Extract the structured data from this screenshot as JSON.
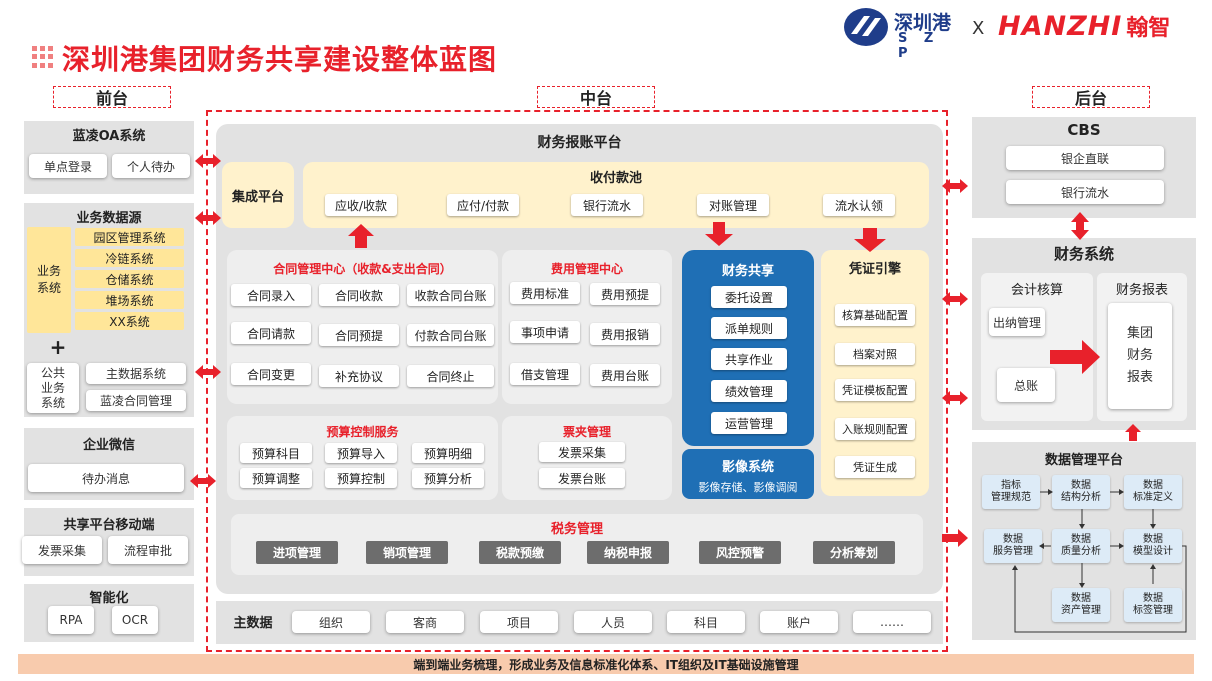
{
  "header": {
    "title": "深圳港集团财务共享建设整体蓝图",
    "logo_szp_cn": "深圳港",
    "logo_szp_en": "S Z P",
    "logo_cross": "X",
    "logo_hanzhi_en": "HANZHI",
    "logo_hanzhi_cn": "翰智"
  },
  "sections": {
    "front": "前台",
    "middle": "中台",
    "back": "后台"
  },
  "front": {
    "oa": {
      "title": "蓝凌OA系统",
      "items": [
        "单点登录",
        "个人待办"
      ]
    },
    "biz": {
      "title": "业务数据源",
      "label": "业务\n系统",
      "systems": [
        "园区管理系统",
        "冷链系统",
        "仓储系统",
        "堆场系统",
        "XX系统"
      ],
      "plus": "+",
      "public_label": "公共\n业务\n系统",
      "public_items": [
        "主数据系统",
        "蓝凌合同管理"
      ]
    },
    "wechat": {
      "title": "企业微信",
      "item": "待办消息"
    },
    "mobile": {
      "title": "共享平台移动端",
      "items": [
        "发票采集",
        "流程审批"
      ]
    },
    "smart": {
      "title": "智能化",
      "items": [
        "RPA",
        "OCR"
      ]
    }
  },
  "middle": {
    "platform_title": "财务报账平台",
    "integration": "集成平台",
    "pool": {
      "title": "收付款池",
      "items": [
        "应收/收款",
        "应付/付款",
        "银行流水",
        "对账管理",
        "流水认领"
      ]
    },
    "contract": {
      "title": "合同管理中心（收款&支出合同）",
      "items": [
        "合同录入",
        "合同收款",
        "收款合同台账",
        "合同请款",
        "合同预提",
        "付款合同台账",
        "合同变更",
        "补充协议",
        "合同终止"
      ]
    },
    "expense": {
      "title": "费用管理中心",
      "items": [
        "费用标准",
        "费用预提",
        "事项申请",
        "费用报销",
        "借支管理",
        "费用台账"
      ]
    },
    "shared": {
      "title": "财务共享",
      "items": [
        "委托设置",
        "派单规则",
        "共享作业",
        "绩效管理",
        "运营管理"
      ]
    },
    "image": {
      "title": "影像系统",
      "subtitle": "影像存储、影像调阅"
    },
    "voucher": {
      "title": "凭证引擎",
      "items": [
        "核算基础配置",
        "档案对照",
        "凭证模板配置",
        "入账规则配置",
        "凭证生成"
      ]
    },
    "budget": {
      "title": "预算控制服务",
      "items": [
        "预算科目",
        "预算导入",
        "预算明细",
        "预算调整",
        "预算控制",
        "预算分析"
      ]
    },
    "ticket": {
      "title": "票夹管理",
      "items": [
        "发票采集",
        "发票台账"
      ]
    },
    "tax": {
      "title": "税务管理",
      "items": [
        "进项管理",
        "销项管理",
        "税款预缴",
        "纳税申报",
        "风控预警",
        "分析筹划"
      ]
    },
    "master": {
      "title": "主数据",
      "items": [
        "组织",
        "客商",
        "项目",
        "人员",
        "科目",
        "账户",
        "……"
      ]
    }
  },
  "back": {
    "cbs": {
      "title": "CBS",
      "items": [
        "银企直联",
        "银行流水"
      ]
    },
    "finance": {
      "title": "财务系统",
      "accounting": {
        "title": "会计核算",
        "items": [
          "出纳管理",
          "总账"
        ]
      },
      "report": {
        "title": "财务报表",
        "body": "集团\n财务\n报表"
      }
    },
    "data": {
      "title": "数据管理平台",
      "items": [
        "指标\n管理规范",
        "数据\n结构分析",
        "数据\n标准定义",
        "数据\n服务管理",
        "数据\n质量分析",
        "数据\n模型设计",
        "数据\n资产管理",
        "数据\n标签管理"
      ]
    }
  },
  "footer": "端到端业务梳理，形成业务及信息标准化体系、IT组织及IT基础设施管理",
  "colors": {
    "accent_red": "#e8212b",
    "navy": "#1f3d8a",
    "shared_blue": "#1f6fb5",
    "cream": "#fff2cc",
    "yellow": "#ffe699"
  }
}
